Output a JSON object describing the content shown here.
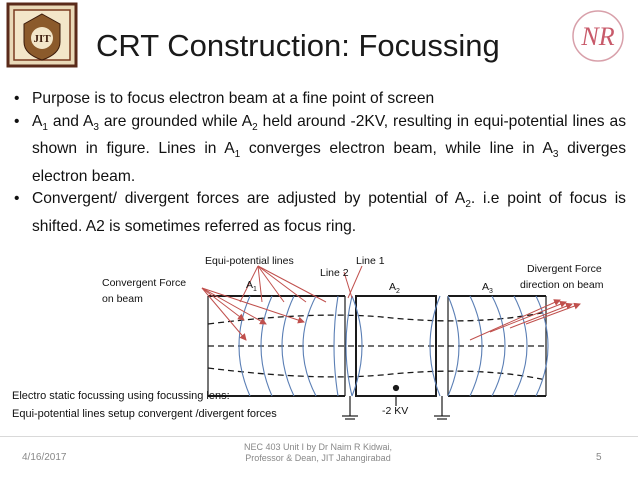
{
  "slide": {
    "title": "CRT Construction: Focussing",
    "logo_left_text": "JIT",
    "logo_right_text": "NR",
    "bullets": [
      {
        "parts": [
          {
            "t": "Purpose is to focus electron beam at a fine point of screen"
          }
        ]
      },
      {
        "parts": [
          {
            "t": "A"
          },
          {
            "sub": "1"
          },
          {
            "t": " and A"
          },
          {
            "sub": "3"
          },
          {
            "t": " are grounded while A"
          },
          {
            "sub": "2"
          },
          {
            "t": " held around -2KV, resulting in equi-potential lines as shown in figure. Lines in A"
          },
          {
            "sub": "1"
          },
          {
            "t": " converges electron beam, while line in A"
          },
          {
            "sub": "3"
          },
          {
            "t": " diverges electron beam."
          }
        ]
      },
      {
        "parts": [
          {
            "t": "Convergent/ divergent forces are adjusted by potential of A"
          },
          {
            "sub": "2"
          },
          {
            "t": ". i.e point of focus is shifted. A2 is sometimes referred as focus ring."
          }
        ]
      }
    ],
    "bullet_symbol": "•",
    "diagram": {
      "label_convergent_1": "Convergent Force",
      "label_convergent_2": "on beam",
      "label_equi": "Equi-potential lines",
      "label_line1": "Line 1",
      "label_line2": "Line 2",
      "label_divergent_1": "Divergent Force",
      "label_divergent_2": "direction on beam",
      "label_a": "A",
      "sub_1": "1",
      "sub_2": "2",
      "sub_3": "3",
      "label_voltage": "-2 KV"
    },
    "caption_1": "Electro static focussing using focussing lens:",
    "caption_2": "Equi-potential lines setup convergent /divergent forces"
  },
  "footer": {
    "date": "4/16/2017",
    "center_1": "NEC 403 Unit I by Dr Naim R Kidwai,",
    "center_2": "Professor & Dean, JIT Jahangirabad",
    "page": "5"
  },
  "colors": {
    "electrode": "#1a1a1a",
    "equipotential": "#5b7fb5",
    "arrow": "#c0504d",
    "footer_text": "#888888",
    "logo_frame": "#5a2a1a",
    "logo_accent": "#c85a6a"
  }
}
